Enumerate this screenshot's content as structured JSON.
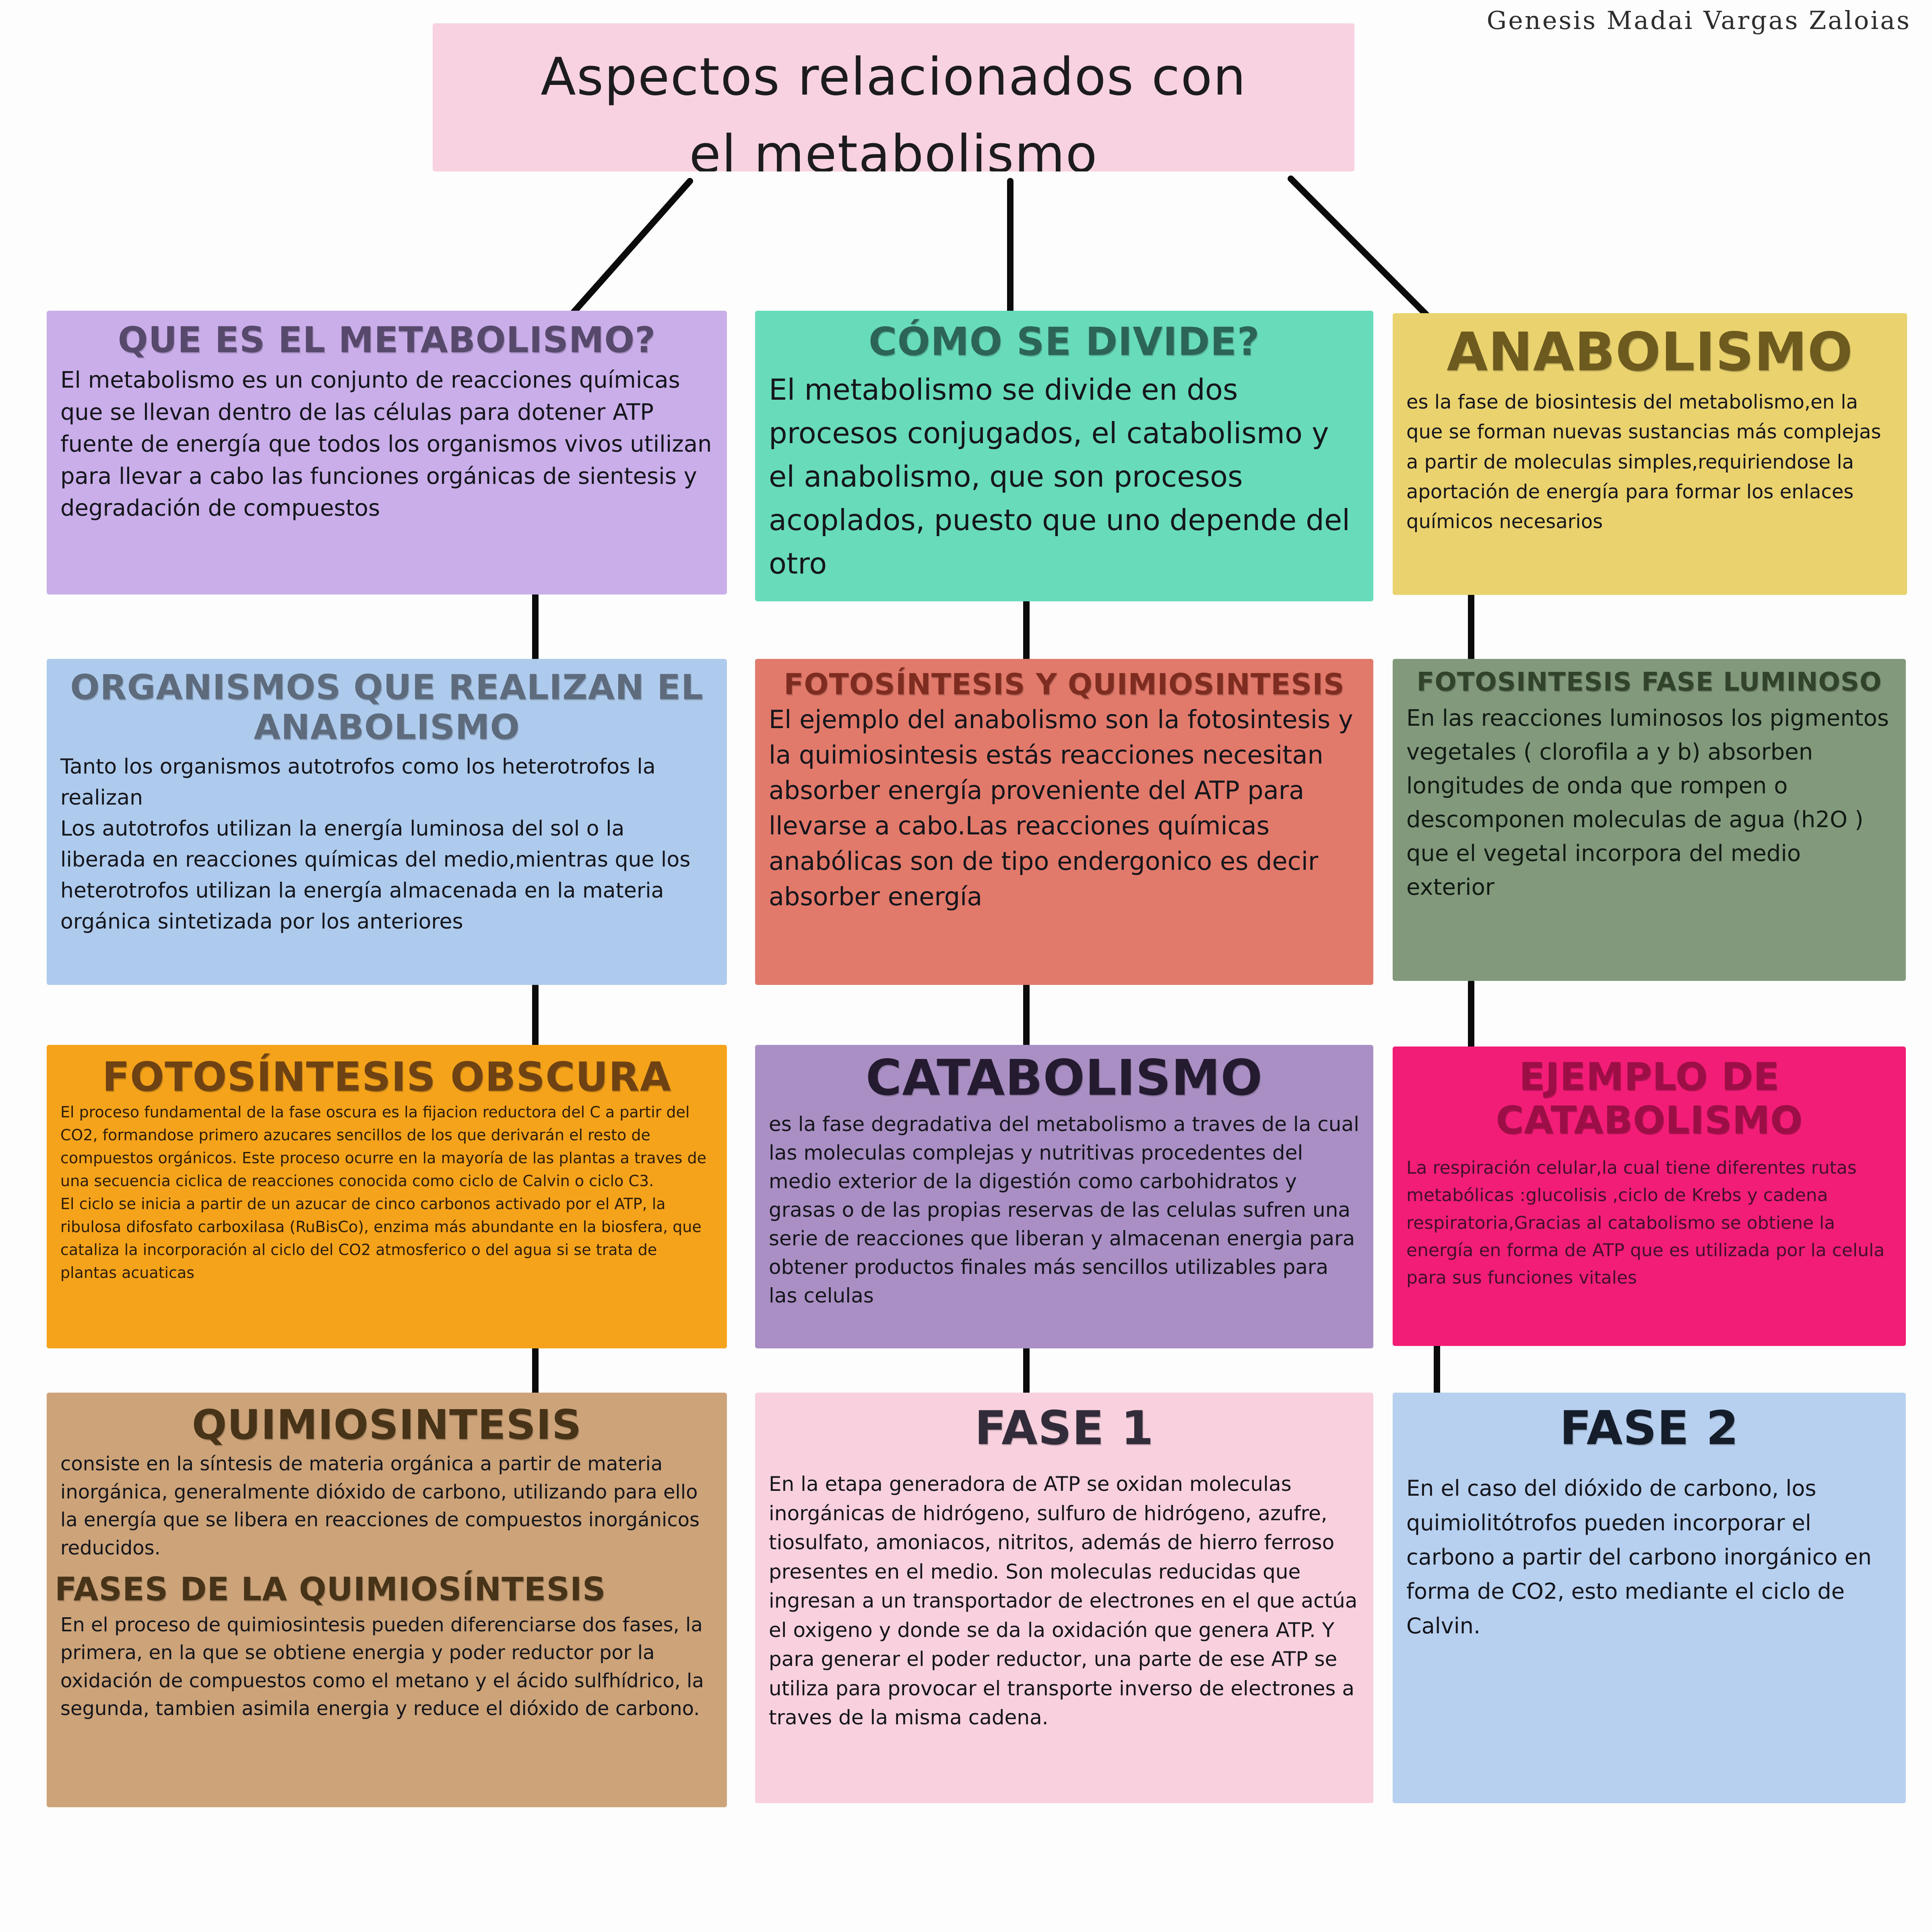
{
  "author": "Genesis Madai Vargas Zaloias",
  "title": "Aspectos relacionados con\nel metabolismo",
  "palette": {
    "title_bg": "#f9d2e2",
    "card_colors": [
      "#c9aee9",
      "#68dbba",
      "#ead26e",
      "#aecbee",
      "#e27a6c",
      "#83997c",
      "#f4a31b",
      "#a98fc4",
      "#f21d76",
      "#cda379",
      "#f9d0dd",
      "#b8d0ef"
    ],
    "connector_color": "#0b0b0b"
  },
  "cards": [
    {
      "heading": "QUE ES EL METABOLISMO?",
      "body": "El metabolismo es un conjunto de reacciones químicas que se llevan dentro de las células para dotener ATP fuente de energía que todos los organismos vivos utilizan para llevar a cabo las funciones orgánicas de sientesis y degradación de compuestos"
    },
    {
      "heading": "CÓMO SE DIVIDE?",
      "body": "El metabolismo se divide en dos procesos conjugados, el catabolismo y el anabolismo, que son procesos acoplados, puesto que uno depende del otro"
    },
    {
      "heading": "ANABOLISMO",
      "body": "es la fase de biosintesis del metabolismo,en  la que se forman nuevas sustancias más complejas  a partir de moleculas simples,requiriendose la aportación de energía para formar los enlaces químicos necesarios"
    },
    {
      "heading": "ORGANISMOS QUE REALIZAN EL ANABOLISMO",
      "body": "Tanto los organismos autotrofos como los heterotrofos la realizan\nLos autotrofos utilizan la energía luminosa del sol o la liberada en reacciones químicas del medio,mientras que los heterotrofos utilizan la energía almacenada en la materia orgánica sintetizada por los anteriores"
    },
    {
      "heading": "FOTOSÍNTESIS Y QUIMIOSINTESIS",
      "body": "El ejemplo del anabolismo son la fotosintesis y la quimiosintesis estás reacciones necesitan absorber energía proveniente del ATP para llevarse a cabo.Las reacciones químicas anabólicas son de tipo endergonico es decir absorber energía"
    },
    {
      "heading": "FOTOSINTESIS FASE LUMINOSO",
      "body": "En las reacciones luminosos los pigmentos vegetales ( clorofila a y b) absorben longitudes de onda que rompen o descomponen moleculas de agua (h2O ) que el vegetal incorpora del medio exterior"
    },
    {
      "heading": "FOTOSÍNTESIS OBSCURA",
      "body": "El proceso fundamental de la fase oscura es la fijacion reductora del C a partir del CO2, formandose primero azucares sencillos de los que derivarán el resto de compuestos orgánicos. Este proceso ocurre en la mayoría de las plantas a traves de una secuencia ciclica de reacciones conocida como ciclo de Calvin o ciclo C3.\nEl ciclo se inicia a partir de un azucar de cinco carbonos activado por el ATP, la ribulosa difosfato carboxilasa (RuBisCo), enzima más abundante en la biosfera, que cataliza la incorporación al ciclo del CO2 atmosferico o del agua si se trata de plantas acuaticas"
    },
    {
      "heading": "CATABOLISMO",
      "body": "es la fase degradativa del metabolismo a traves de la cual las moleculas complejas y nutritivas procedentes del medio exterior de la digestión como carbohidratos y grasas o de las propias reservas de las celulas sufren una serie de reacciones que liberan y almacenan energia para obtener productos finales más sencillos utilizables para las celulas"
    },
    {
      "heading": "EJEMPLO DE CATABOLISMO",
      "body": "La respiración celular,la cual tiene diferentes rutas metabólicas :glucolisis ,ciclo de Krebs y cadena respiratoria,Gracias al catabolismo se obtiene la energía en forma de ATP que es utilizada por la celula para sus funciones vitales"
    },
    {
      "heading": "QUIMIOSINTESIS",
      "body": "consiste en la síntesis de materia orgánica a partir de materia inorgánica, generalmente dióxido de carbono, utilizando para ello la energía que se libera en reacciones de compuestos inorgánicos reducidos.",
      "heading2": "FASES DE LA QUIMIOSÍNTESIS",
      "body2": "En el proceso de quimiosintesis  pueden diferenciarse dos fases, la primera, en la que se obtiene energia y poder reductor por la oxidación de compuestos como el metano y el ácido sulfhídrico, la segunda, tambien asimila energia y reduce el dióxido de carbono."
    },
    {
      "heading": "FASE 1",
      "body": "En la etapa generadora de ATP se oxidan moleculas inorgánicas de hidrógeno, sulfuro de hidrógeno, azufre, tiosulfato, amoniacos, nitritos, además de hierro ferroso presentes en el medio. Son moleculas reducidas que ingresan a un transportador de electrones en el que actúa el oxigeno y donde se da la oxidación que genera ATP. Y para generar el poder reductor, una parte de ese ATP se utiliza para provocar el transporte inverso de electrones a traves de la misma cadena."
    },
    {
      "heading": "FASE 2",
      "body": "En el caso del dióxido de carbono, los quimiolitótrofos pueden incorporar el carbono a partir del carbono inorgánico en forma de CO2, esto mediante el ciclo de Calvin."
    }
  ]
}
